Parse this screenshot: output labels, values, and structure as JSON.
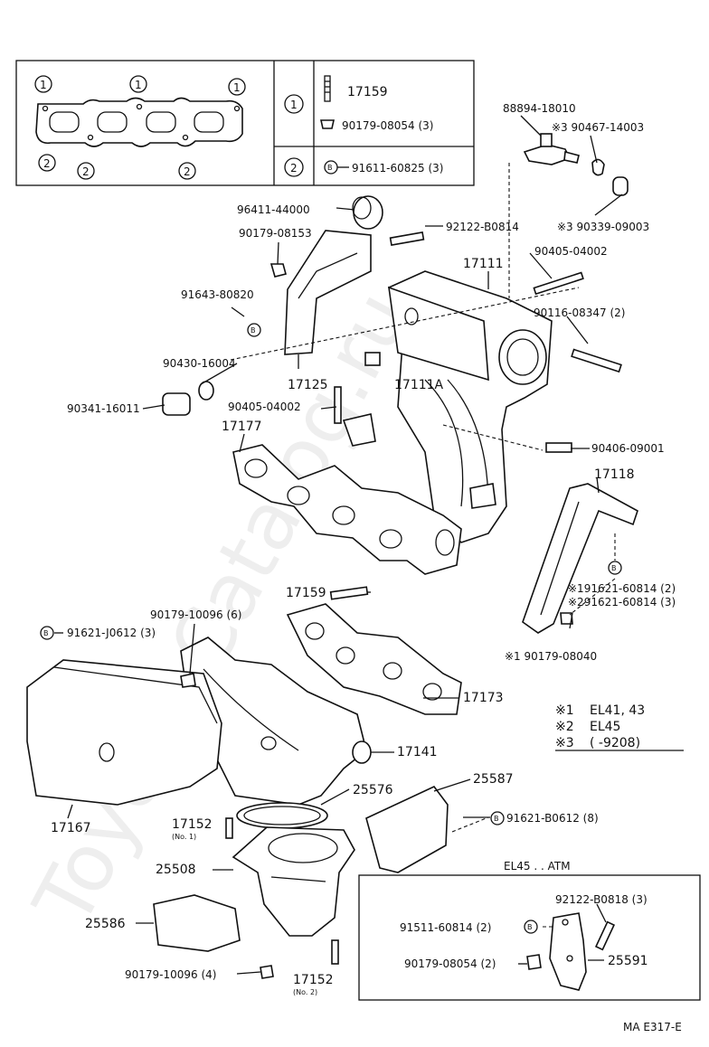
{
  "watermark": "Toyota-Catalog.ru",
  "footer_code": "MA E317-E",
  "legend_box": {
    "marker_1": "1",
    "marker_2": "2",
    "row1_parts": [
      "17159",
      "90179-08054 (3)"
    ],
    "row2_part": "91611-60825 (3)",
    "bolt_glyph": "B"
  },
  "labels": {
    "p88894": "88894-18010",
    "p90467": "※3 90467-14003",
    "p96411": "96411-44000",
    "p92122a": "92122-B0814",
    "p90179_08153": "90179-08153",
    "p90339": "※3 90339-09003",
    "p90405a": "90405-04002",
    "p17111": "17111",
    "p91643": "91643-80820",
    "p90116": "90116-08347 (2)",
    "p90430": "90430-16004",
    "p17111a": "17111A",
    "p90341": "90341-16011",
    "p17125": "17125",
    "p90405b": "90405-04002",
    "p17177": "17177",
    "p90406": "90406-09001",
    "p17118": "17118",
    "p91621_60814_1": "※191621-60814 (2)",
    "p91621_60814_2": "※291621-60814 (3)",
    "p90179_08040": "※1 90179-08040",
    "p17159": "17159",
    "p90179_10096_6": "90179-10096 (6)",
    "p91621_j0612": "91621-J0612 (3)",
    "p17173": "17173",
    "p17141": "17141",
    "p17167": "17167",
    "p25576": "25576",
    "p25587": "25587",
    "p17152a": "17152",
    "p17152a_note": "(No. 1)",
    "p91621_b0612": "91621-B0612 (8)",
    "p25508": "25508",
    "p25586": "25586",
    "p90179_10096_4": "90179-10096 (4)",
    "p17152b": "17152",
    "p17152b_note": "(No. 2)"
  },
  "notes": [
    {
      "mark": "※1",
      "text": "EL41, 43"
    },
    {
      "mark": "※2",
      "text": "EL45"
    },
    {
      "mark": "※3",
      "text": "(      -9208)"
    }
  ],
  "inset": {
    "title": "EL45 . . ATM",
    "p92122": "92122-B0818 (3)",
    "p91511": "91511-60814 (2)",
    "p90179": "90179-08054 (2)",
    "p25591": "25591"
  }
}
